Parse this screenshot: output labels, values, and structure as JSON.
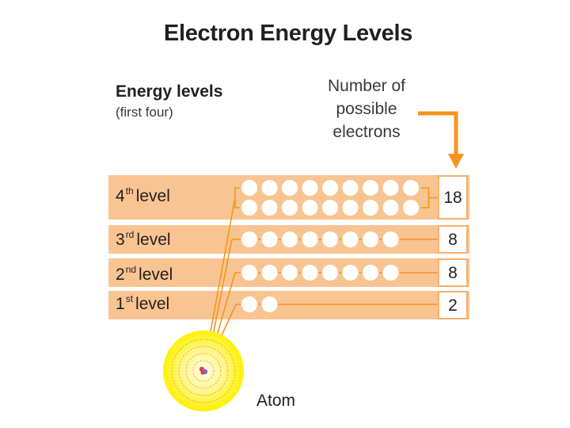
{
  "title": "Electron Energy Levels",
  "levels_heading": "Energy levels",
  "levels_subheading": "(first four)",
  "count_heading": "Number of possible electrons",
  "levels": [
    {
      "ordinal": "4",
      "suffix": "th",
      "word": "level",
      "electrons": 18,
      "count_text": "18"
    },
    {
      "ordinal": "3",
      "suffix": "rd",
      "word": "level",
      "electrons": 8,
      "count_text": "8"
    },
    {
      "ordinal": "2",
      "suffix": "nd",
      "word": "level",
      "electrons": 8,
      "count_text": "8"
    },
    {
      "ordinal": "1",
      "suffix": "st",
      "word": "level",
      "electrons": 2,
      "count_text": "2"
    }
  ],
  "atom_label": "Atom",
  "colors": {
    "band": "#f8c491",
    "arrow": "#f7941d",
    "line": "#f7941d",
    "atom_glow": "#fff200",
    "atom_core": "#fffbd0"
  }
}
